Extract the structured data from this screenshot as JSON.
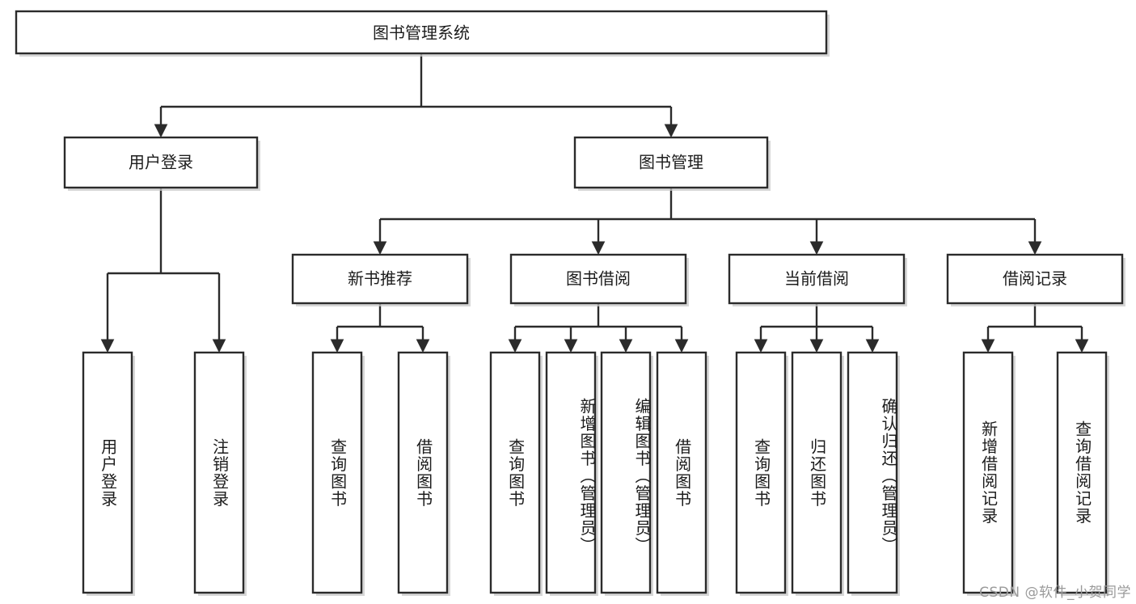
{
  "diagram": {
    "title": "图书管理系统",
    "type": "tree-hierarchy",
    "root": {
      "label": "图书管理系统"
    },
    "level2": [
      {
        "label": "用户登录"
      },
      {
        "label": "图书管理"
      }
    ],
    "level3": [
      {
        "label": "新书推荐",
        "parent": "图书管理"
      },
      {
        "label": "图书借阅",
        "parent": "图书管理"
      },
      {
        "label": "当前借阅",
        "parent": "图书管理"
      },
      {
        "label": "借阅记录",
        "parent": "图书管理"
      }
    ],
    "leaves": [
      {
        "label": "用户登录",
        "parent": "用户登录"
      },
      {
        "label": "注销登录",
        "parent": "用户登录"
      },
      {
        "label": "查询图书",
        "parent": "新书推荐"
      },
      {
        "label": "借阅图书",
        "parent": "新书推荐"
      },
      {
        "label": "查询图书",
        "parent": "图书借阅"
      },
      {
        "label": "新增图书（管理员）",
        "parent": "图书借阅"
      },
      {
        "label": "编辑图书（管理员）",
        "parent": "图书借阅"
      },
      {
        "label": "借阅图书",
        "parent": "图书借阅"
      },
      {
        "label": "查询图书",
        "parent": "当前借阅"
      },
      {
        "label": "归还图书",
        "parent": "当前借阅"
      },
      {
        "label": "确认归还（管理员）",
        "parent": "当前借阅"
      },
      {
        "label": "新增借阅记录",
        "parent": "借阅记录"
      },
      {
        "label": "查询借阅记录",
        "parent": "借阅记录"
      }
    ]
  },
  "watermark": {
    "text": "CSDN @软件_小贺同学"
  },
  "colors": {
    "stroke": "#2b2b2b",
    "box_fill": "#ffffff",
    "text": "#1c1c1c",
    "watermark": "#9a9a9a",
    "background": "#ffffff"
  }
}
